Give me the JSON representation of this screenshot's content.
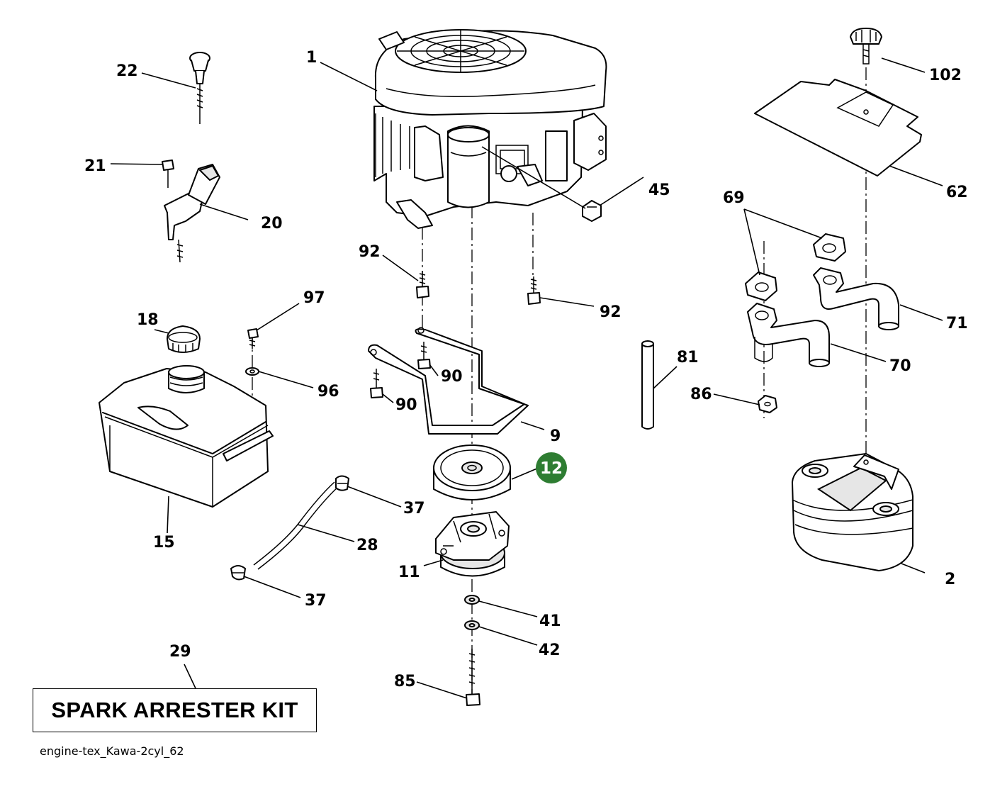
{
  "diagram": {
    "callouts": {
      "c1": "1",
      "c2": "2",
      "c9": "9",
      "c11": "11",
      "c12": "12",
      "c15": "15",
      "c18": "18",
      "c20": "20",
      "c21": "21",
      "c22": "22",
      "c28": "28",
      "c29": "29",
      "c37a": "37",
      "c37b": "37",
      "c41": "41",
      "c42": "42",
      "c45": "45",
      "c62": "62",
      "c69": "69",
      "c70": "70",
      "c71": "71",
      "c81": "81",
      "c85": "85",
      "c86": "86",
      "c90a": "90",
      "c90b": "90",
      "c92a": "92",
      "c92b": "92",
      "c96": "96",
      "c97": "97",
      "c102": "102"
    },
    "highlight_color": "#2e7d32",
    "kit_label": "SPARK ARRESTER KIT",
    "diagram_id": "engine-tex_Kawa-2cyl_62"
  }
}
